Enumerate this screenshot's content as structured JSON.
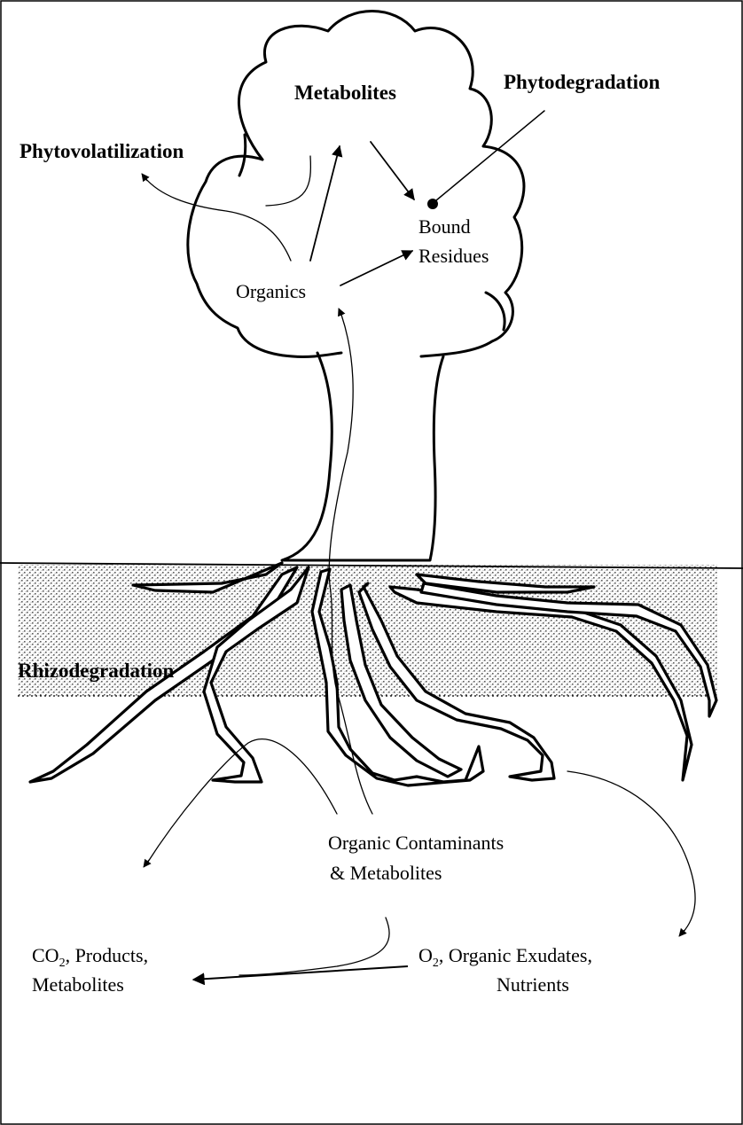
{
  "labels": {
    "phytovolatilization": "Phytovolatilization",
    "metabolites": "Metabolites",
    "phytodegradation": "Phytodegradation",
    "bound": "Bound",
    "residues": "Residues",
    "organics": "Organics",
    "rhizodegradation": "Rhizodegradation",
    "contaminants_line1": "Organic Contaminants",
    "contaminants_line2": "& Metabolites",
    "co2_sym": "CO",
    "co2_sub": "2",
    "co2_rest": ", Products,",
    "co2_line2": "Metabolites",
    "o2_sym": "O",
    "o2_sub": "2",
    "o2_rest": ", Organic Exudates,",
    "o2_line2": "Nutrients"
  }
}
